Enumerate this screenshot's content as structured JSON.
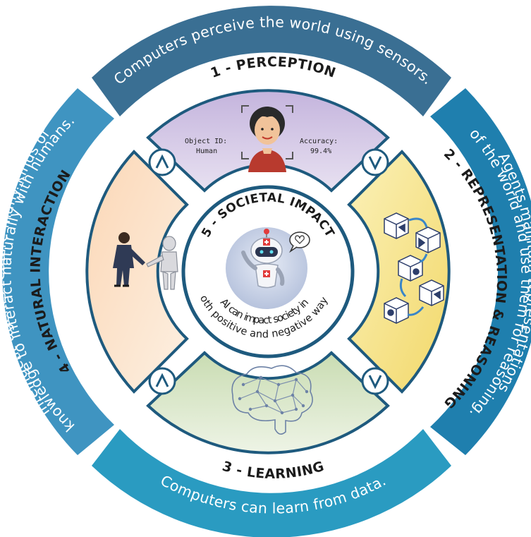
{
  "outer_ring": {
    "top_text": "Computers perceive the world using sensors.",
    "right_line1": "Agents maintain representations",
    "right_line2": "of the world and use them for reasoning.",
    "bottom_text": "Computers can learn from data.",
    "left_line1": "Intelligent agents require many kinds of",
    "left_line2": "knowledge to interact naturally with humans."
  },
  "labels": {
    "perception": "1 - PERCEPTION",
    "representation": "2 - REPRESENTATION & REASONING",
    "learning": "3 - LEARNING",
    "natural_interaction": "4 - NATURAL INTERACTION"
  },
  "center": {
    "title": "5 - SOCIETAL IMPACT",
    "desc_line1": "AI can impact society in",
    "desc_line2": "both positive and negative ways."
  },
  "perception_panel": {
    "object_id_label": "Object ID:",
    "object_id_value": "Human",
    "accuracy_label": "Accuracy:",
    "accuracy_value": "99.4%"
  },
  "colors": {
    "ring_top": "#3a6f93",
    "ring_right": "#1f7fae",
    "ring_bottom": "#2a9bc1",
    "ring_left": "#3f94c1",
    "connector": "#1e5a7e",
    "perception_bg": "#cfc2e2",
    "representation_bg": "#f4e189",
    "learning_bg": "#d9e7c8",
    "interaction_bg": "#f6c9a1"
  }
}
